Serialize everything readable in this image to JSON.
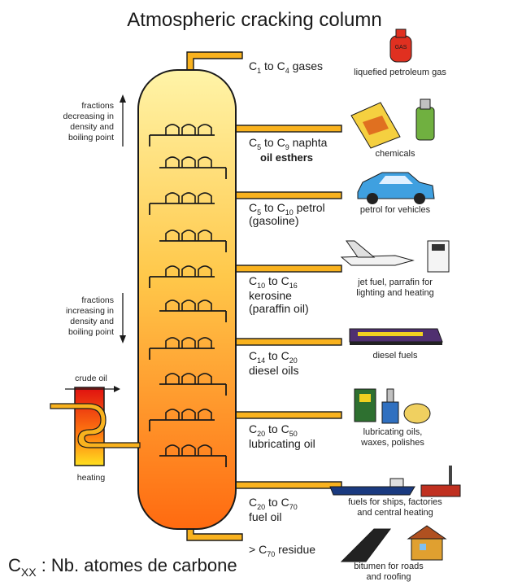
{
  "title": "Atmospheric cracking column",
  "annotations": {
    "decreasing": [
      "fractions",
      "decreasing in",
      "density and",
      "boiling point"
    ],
    "increasing": [
      "fractions",
      "increasing in",
      "density and",
      "boiling point"
    ],
    "crude_oil": "crude oil",
    "heating": "heating"
  },
  "fractions": [
    {
      "range": [
        "C",
        "1",
        " to C",
        "4",
        " gases"
      ],
      "extra": []
    },
    {
      "range": [
        "C",
        "5",
        " to C",
        "9",
        " naphta"
      ],
      "extra": [
        "oil esthers"
      ]
    },
    {
      "range": [
        "C",
        "5",
        " to C",
        "10",
        " petrol"
      ],
      "extra": [
        "(gasoline)"
      ]
    },
    {
      "range": [
        "C",
        "10",
        " to C",
        "16",
        ""
      ],
      "extra": [
        "kerosine",
        "(paraffin oil)"
      ]
    },
    {
      "range": [
        "C",
        "14",
        " to C",
        "20",
        ""
      ],
      "extra": [
        "diesel oils"
      ]
    },
    {
      "range": [
        "C",
        "20",
        " to C",
        "50",
        ""
      ],
      "extra": [
        "lubricating oil"
      ]
    },
    {
      "range": [
        "C",
        "20",
        " to C",
        "70",
        ""
      ],
      "extra": [
        "fuel oil"
      ]
    },
    {
      "range": [
        "> C",
        "70",
        " residue",
        "",
        ""
      ],
      "extra": []
    }
  ],
  "products": [
    {
      "label": [
        "liquefied petroleum gas"
      ],
      "icon": "gas-cylinder-icon"
    },
    {
      "label": [
        "chemicals"
      ],
      "icon": "chemicals-icon"
    },
    {
      "label": [
        "petrol for vehicles"
      ],
      "icon": "car-icon"
    },
    {
      "label": [
        "jet fuel, parrafin for",
        "lighting and heating"
      ],
      "icon": "jet-heater-icon"
    },
    {
      "label": [
        "diesel fuels"
      ],
      "icon": "train-icon"
    },
    {
      "label": [
        "lubricating oils,",
        "waxes, polishes"
      ],
      "icon": "oil-cans-icon"
    },
    {
      "label": [
        "fuels for ships, factories",
        "and central heating"
      ],
      "icon": "ship-factory-icon"
    },
    {
      "label": [
        "bitumen for roads",
        "and roofing"
      ],
      "icon": "road-house-icon"
    }
  ],
  "footnote": {
    "c": "C",
    "sub": "XX",
    "text": " : Nb. atomes de carbone"
  },
  "colors": {
    "column_top": "#FFF4A8",
    "column_bottom": "#FF6A10",
    "pipe": "#F9B21E",
    "outline": "#1a1a1a"
  }
}
